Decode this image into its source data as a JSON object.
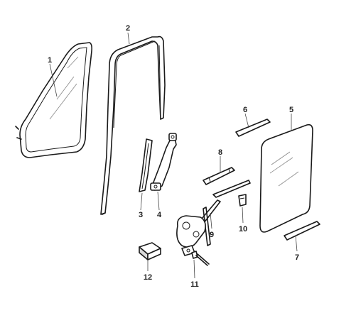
{
  "labels": [
    {
      "id": "part-1",
      "text": "1"
    },
    {
      "id": "part-2",
      "text": "2"
    },
    {
      "id": "part-3",
      "text": "3"
    },
    {
      "id": "part-4",
      "text": "4"
    },
    {
      "id": "part-5",
      "text": "5"
    },
    {
      "id": "part-6",
      "text": "6"
    },
    {
      "id": "part-7",
      "text": "7"
    },
    {
      "id": "part-8",
      "text": "8"
    },
    {
      "id": "part-9",
      "text": "9"
    },
    {
      "id": "part-10",
      "text": "10"
    },
    {
      "id": "part-11",
      "text": "11"
    },
    {
      "id": "part-12",
      "text": "12"
    }
  ]
}
